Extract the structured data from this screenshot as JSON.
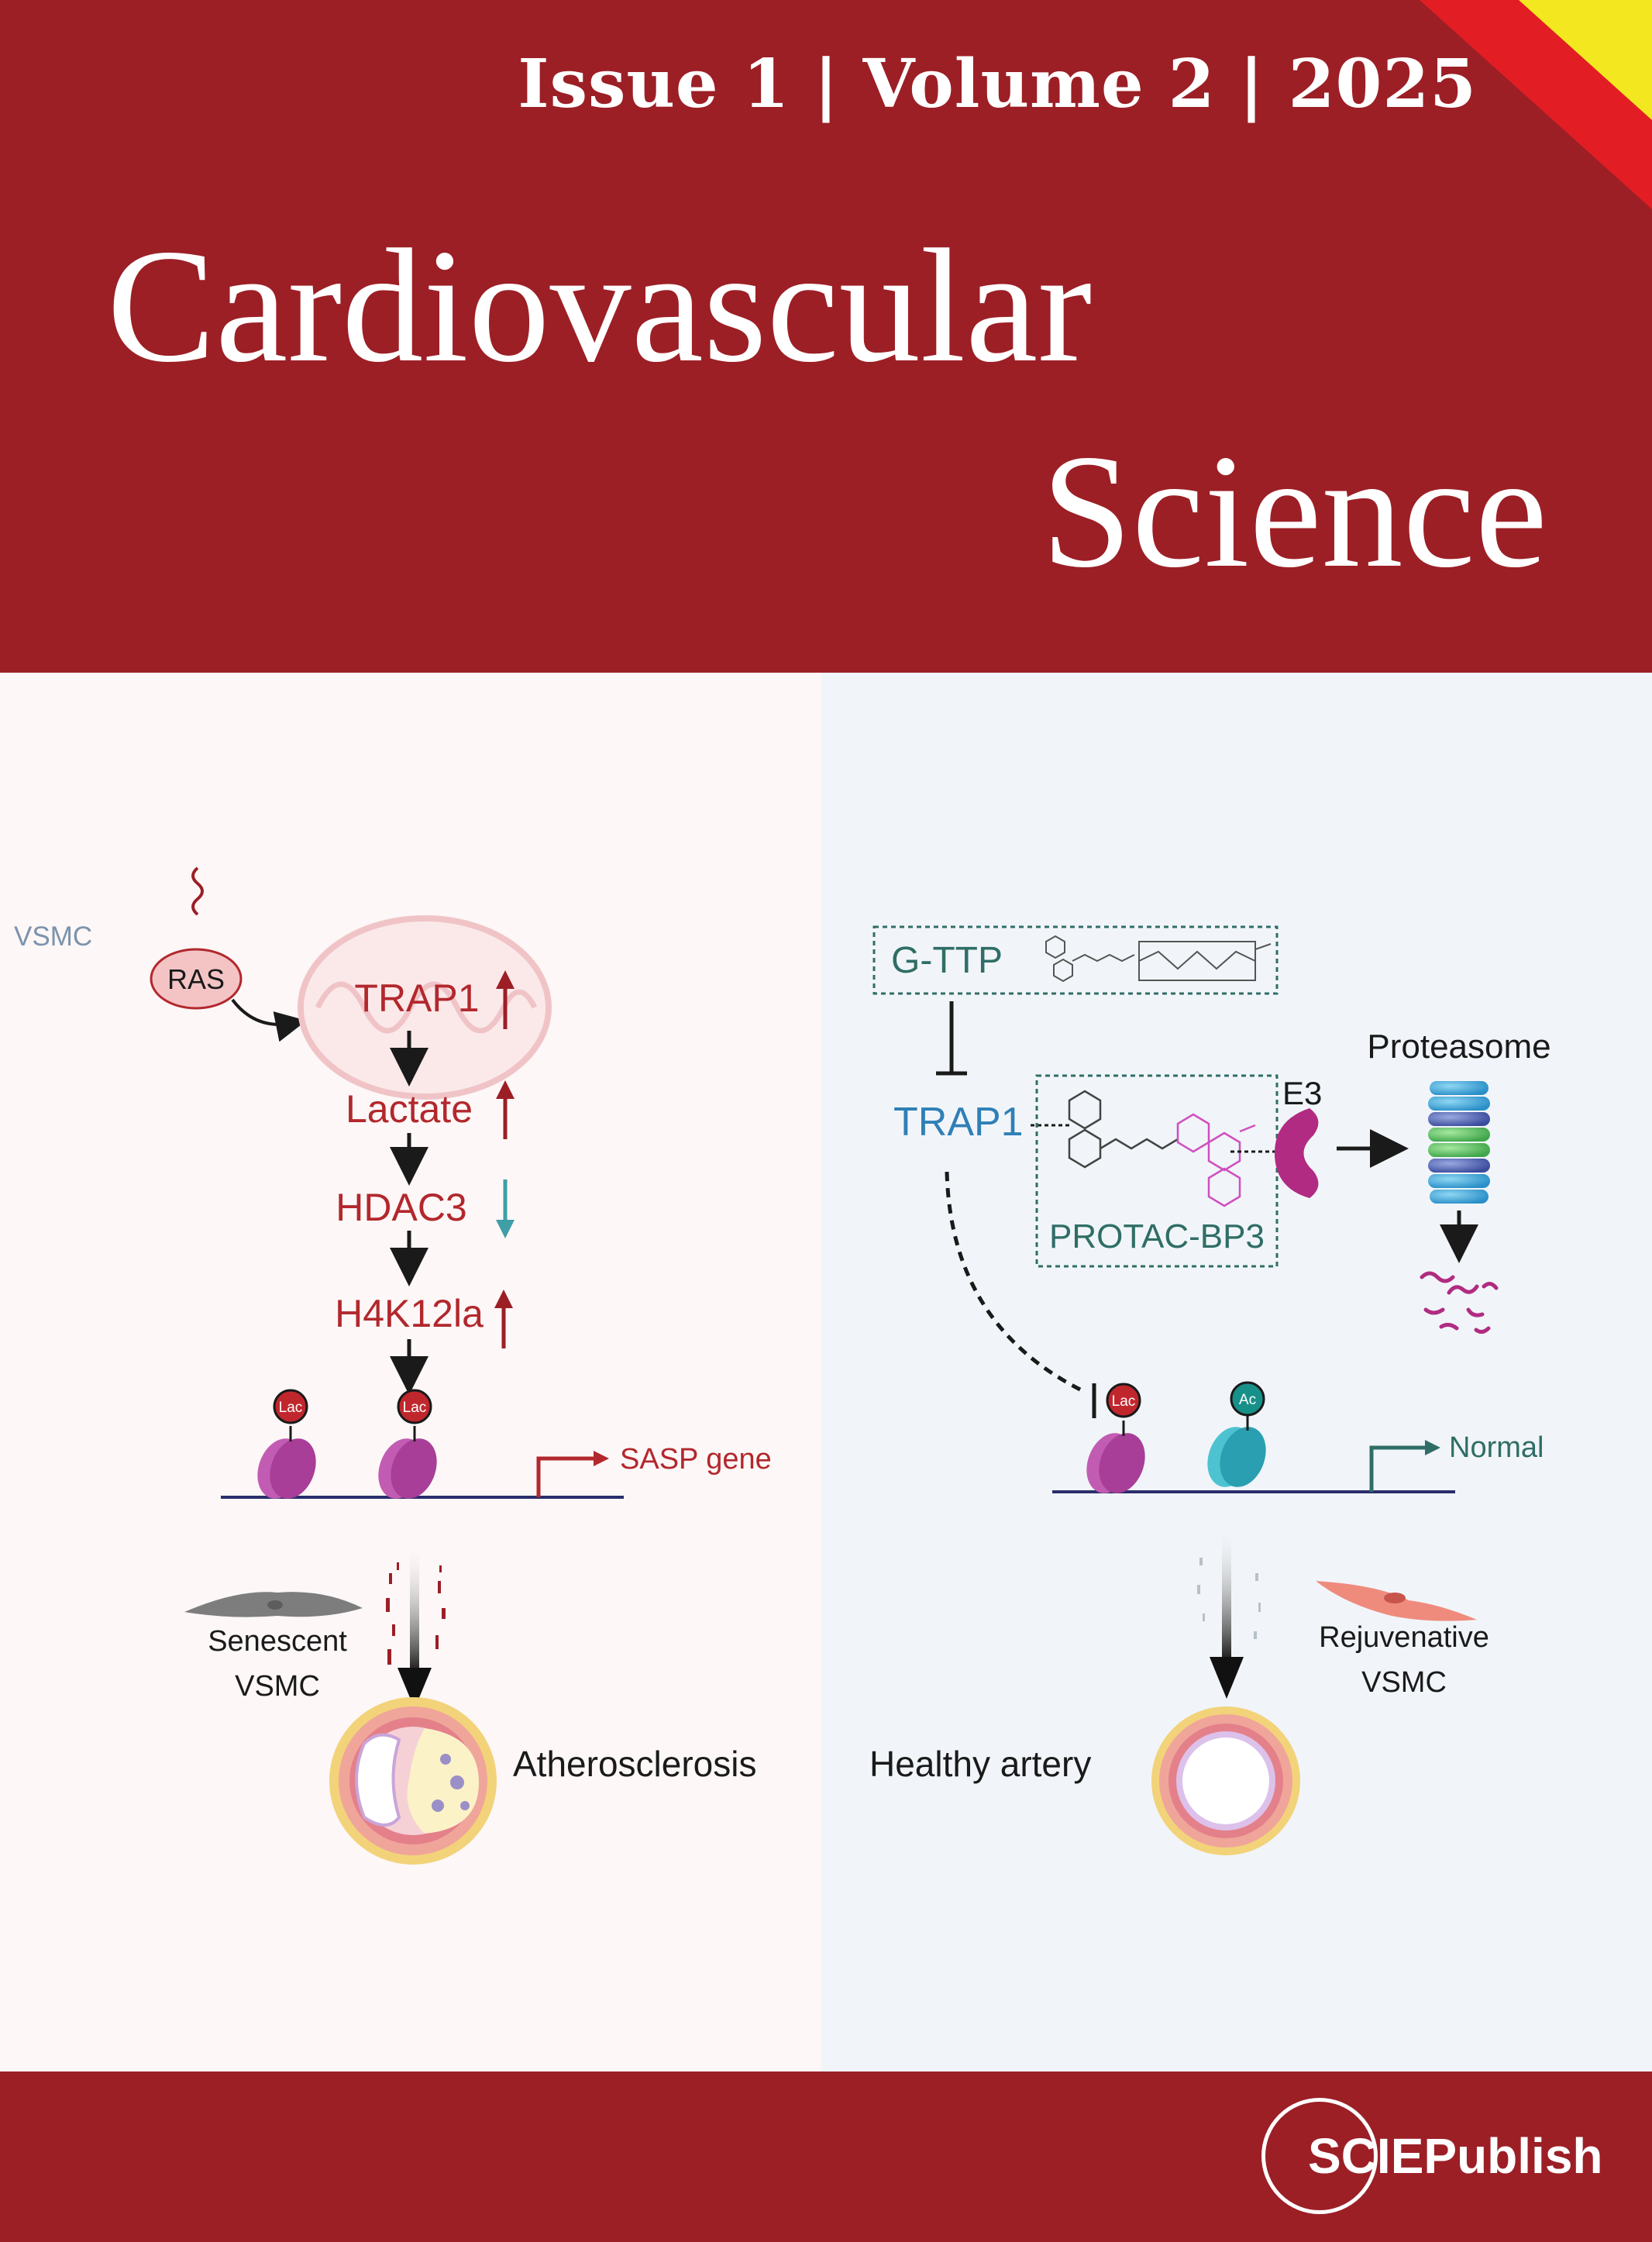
{
  "journal": {
    "issue_line": "Issue 1 | Volume 2 | 2025",
    "title_line1": "Cardiovascular",
    "title_line2": "Science"
  },
  "figure": {
    "left": {
      "vsmc_label": "VSMC",
      "ras": "RAS",
      "trap1": "TRAP1",
      "lactate": "Lactate",
      "hdac3": "HDAC3",
      "h4k12la": "H4K12la",
      "lac_mark": "Lac",
      "sasp_gene": "SASP gene",
      "senescent_line1": "Senescent",
      "senescent_line2": "VSMC",
      "atherosclerosis": "Atherosclerosis"
    },
    "right": {
      "g_ttp": "G-TTP",
      "trap1": "TRAP1",
      "protac": "PROTAC-BP3",
      "e3": "E3",
      "proteasome": "Proteasome",
      "lac_mark": "Lac",
      "ac_mark": "Ac",
      "normal": "Normal",
      "rejuvenative_line1": "Rejuvenative",
      "rejuvenative_line2": "VSMC",
      "healthy_artery": "Healthy artery"
    }
  },
  "publisher": {
    "name": "SCIEPublish"
  },
  "colors": {
    "brand_red": "#9c1f26",
    "accent_yellow": "#f3e81f",
    "corner_red": "#e21d24",
    "text_red": "#b2282d",
    "text_blue": "#2f7fb7",
    "text_teal": "#2f6e66",
    "label_gray_blue": "#7c93ad"
  }
}
